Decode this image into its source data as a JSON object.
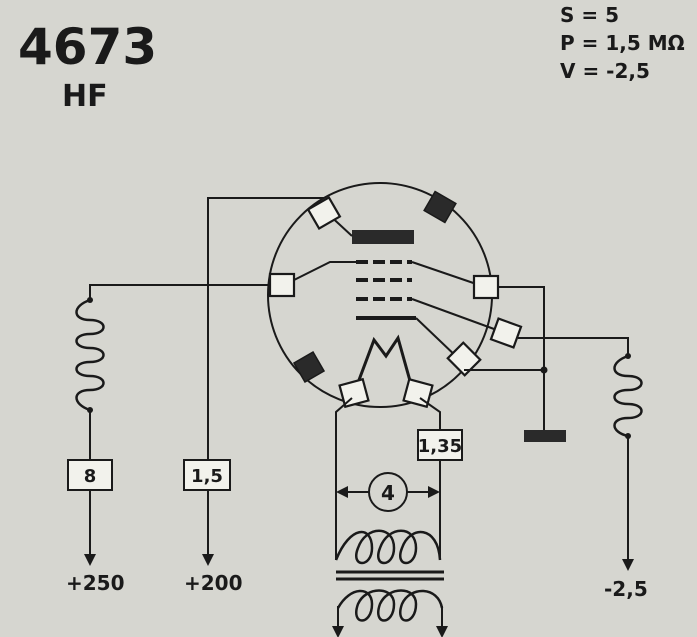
{
  "tube": {
    "type": "4673",
    "function": "HF"
  },
  "parameters": {
    "transconductance": "S = 5",
    "plate_resistance": "P = 1,5 MΩ",
    "grid_bias": "V = -2,5"
  },
  "resistor_values": {
    "plate": "8",
    "screen": "1,5",
    "heater_current": "1,35"
  },
  "heater_voltage": "4",
  "supply_labels": {
    "plate": "+250",
    "screen": "+200",
    "grid": "-2,5"
  }
}
